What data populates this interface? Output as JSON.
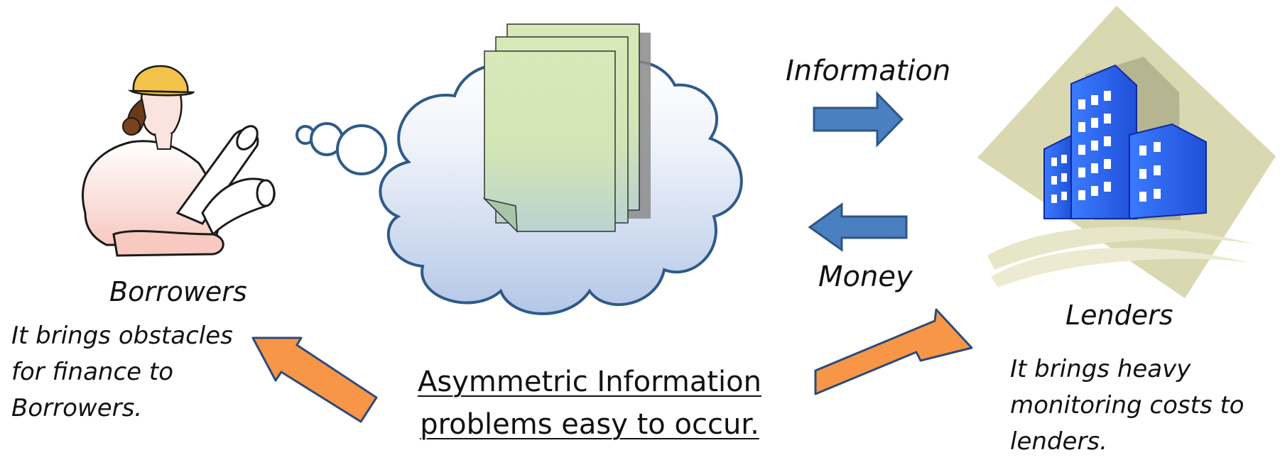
{
  "labels": {
    "borrowers": "Borrowers",
    "lenders": "Lenders",
    "information": "Information",
    "money": "Money"
  },
  "notes": {
    "borrowers": [
      "It brings obstacles",
      "for finance to",
      "Borrowers."
    ],
    "lenders": [
      "It brings heavy",
      "monitoring costs to",
      "lenders."
    ]
  },
  "center_text": [
    "Asymmetric Information",
    "problems easy to occur."
  ],
  "colors": {
    "blue_arrow": "#4a7fc0",
    "blue_arrow_stroke": "#2e5689",
    "orange_arrow": "#f79646",
    "orange_arrow_stroke": "#2e4a7a",
    "cloud_stroke": "#2f5a8a",
    "cloud_top": "#ffffff",
    "cloud_bottom": "#b4c7e7",
    "document": "#d8e9b8",
    "building_blue": "#1f4fd8",
    "diamond": "#d9d8b0"
  },
  "icons": {
    "borrower": "worker-with-blueprints-icon",
    "lender": "office-building-icon",
    "documents": "document-stack-icon",
    "thought": "thought-cloud-icon"
  }
}
